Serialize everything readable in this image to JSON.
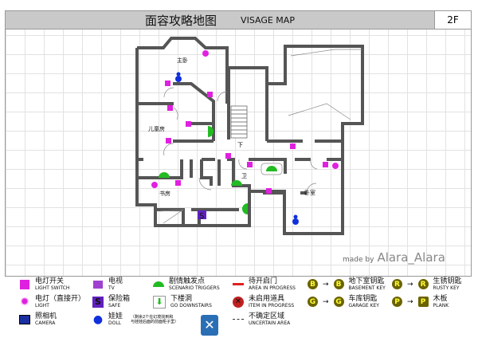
{
  "header": {
    "title_cn": "面容攻略地图",
    "title_en": "VISAGE  MAP",
    "floor": "2F"
  },
  "map": {
    "rooms": {
      "master_bedroom": "主卧",
      "kids_room": "儿童房",
      "study": "书房",
      "bathroom": "卫",
      "bedroom": "卧室",
      "down": "下"
    }
  },
  "credit": {
    "prefix": "made by",
    "author": "Alara_Alara"
  },
  "legend": [
    {
      "icon": "light-switch-icon",
      "cn": "电灯开关",
      "en": "LIGHT SWITCH"
    },
    {
      "icon": "light-icon",
      "cn": "电灯（直接开）",
      "en": "LIGHT"
    },
    {
      "icon": "camera-icon",
      "cn": "照相机",
      "en": "CAMERA"
    },
    {
      "icon": "tv-icon",
      "cn": "电视",
      "en": "TV"
    },
    {
      "icon": "safe-icon",
      "cn": "保险箱",
      "en": "SAFE"
    },
    {
      "icon": "doll-icon",
      "cn": "娃娃",
      "en": "DOLL",
      "note1": "（剩余2个在幻境找到和",
      "note2": "与娃娃后面的前面柜子里）"
    },
    {
      "icon": "scenario-trigger-icon",
      "cn": "剧情触发点",
      "en": "SCENARIO TRIGGERS"
    },
    {
      "icon": "go-downstairs-icon",
      "cn": "下楼洞",
      "en": "GO DOWNSTAIRS"
    },
    {
      "icon": "area-in-progress-icon",
      "cn": "待开启门",
      "en": "AREA IN PROGRESS"
    },
    {
      "icon": "item-in-progress-icon",
      "cn": "未启用道具",
      "en": "ITEM IN PROGRESS"
    },
    {
      "icon": "uncertain-area-icon",
      "cn": "不确定区域",
      "en": "UNCERTAIN AREA"
    },
    {
      "icon": "basement-key-icon",
      "cn": "地下室钥匙",
      "en": "BASEMENT KEY",
      "letter": "B"
    },
    {
      "icon": "garage-key-icon",
      "cn": "车库钥匙",
      "en": "GARAGE KEY",
      "letter": "G"
    },
    {
      "icon": "rusty-key-icon",
      "cn": "生锈钥匙",
      "en": "RUSTY KEY",
      "letter": "R"
    },
    {
      "icon": "plank-icon",
      "cn": "木板",
      "en": "PLANK",
      "letter": "P"
    }
  ],
  "colors": {
    "switch": "#e020e0",
    "trigger": "#22bb22",
    "doll": "#1030dd",
    "safe": "#6020c0",
    "wall": "#555555"
  }
}
